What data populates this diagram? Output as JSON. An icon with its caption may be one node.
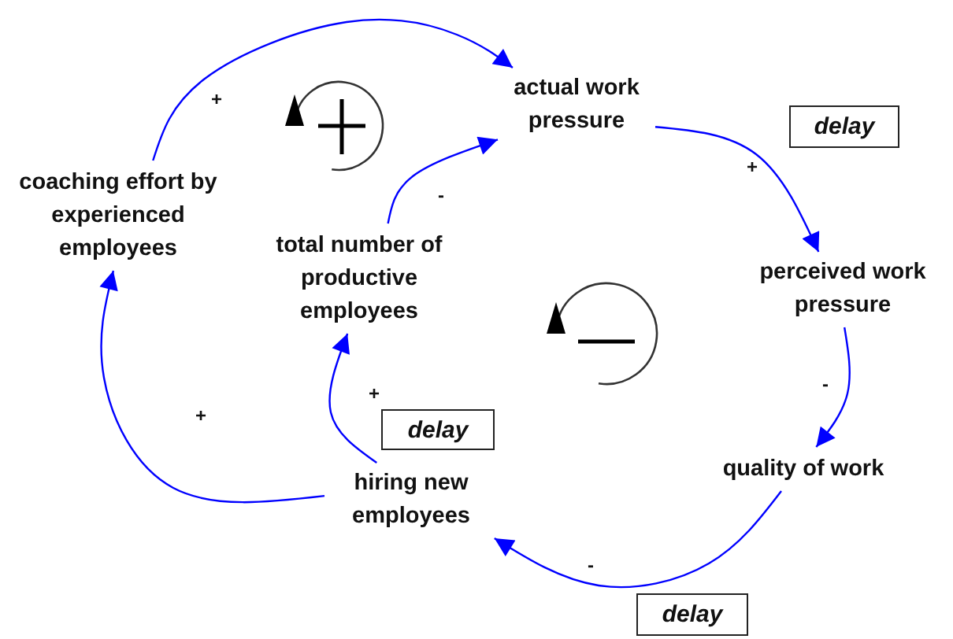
{
  "diagram": {
    "nodes": [
      {
        "text": [
          "actual work pressure"
        ]
      },
      {
        "text": [
          "coaching effort by experienced employees"
        ]
      },
      {
        "text": [
          "total number of productive employees"
        ]
      },
      {
        "text": [
          "perceived work pressure"
        ]
      },
      {
        "text": [
          "quality of work"
        ]
      },
      {
        "text": [
          "hiring new employees"
        ]
      },
      {
        "text": [
          "delay"
        ]
      },
      {
        "text": [
          "delay"
        ]
      },
      {
        "text": [
          "delay"
        ]
      }
    ],
    "edges": [
      {
        "from": 1,
        "to": 0,
        "arrow": "to",
        "label": "+"
      },
      {
        "from": 2,
        "to": 0,
        "arrow": "to",
        "label": "-"
      },
      {
        "from": 0,
        "to": 3,
        "arrow": "to",
        "label": "+"
      },
      {
        "from": 3,
        "to": 4,
        "arrow": "to",
        "label": "-"
      },
      {
        "from": 4,
        "to": 5,
        "arrow": "to",
        "label": "-"
      },
      {
        "from": 5,
        "to": 2,
        "arrow": "to",
        "label": "+"
      },
      {
        "from": 5,
        "to": 1,
        "arrow": "to",
        "label": "+"
      }
    ]
  }
}
